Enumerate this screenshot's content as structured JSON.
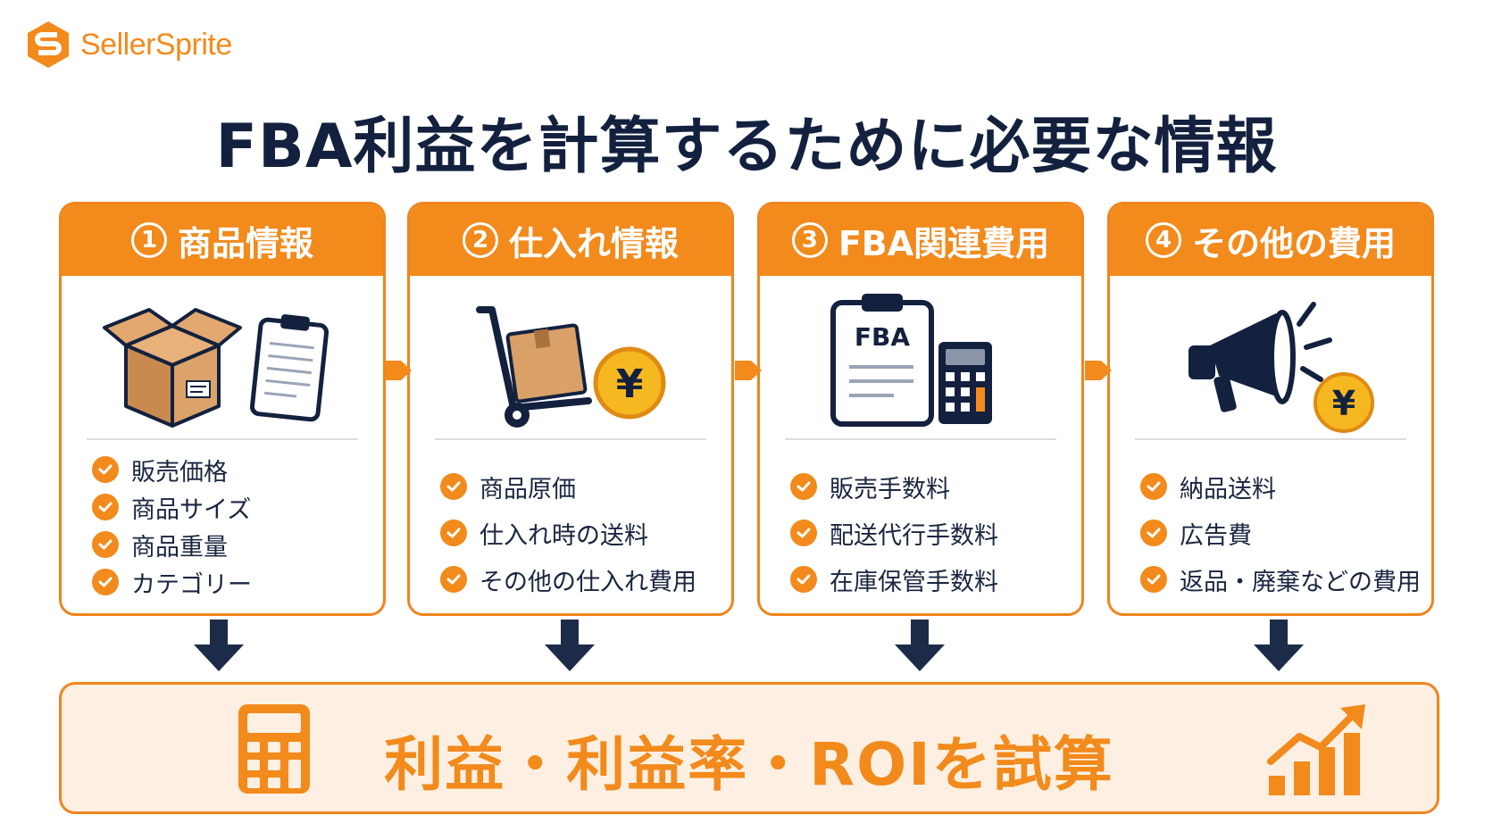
{
  "brand": {
    "name": "SellerSprite"
  },
  "title": "FBA利益を計算するために必要な情報",
  "colors": {
    "accent": "#f28a1c",
    "navy": "#13213f",
    "bottom_bg": "#fdf0e2"
  },
  "cards": [
    {
      "num": "1",
      "title": "商品情報",
      "icon": "box-clipboard-icon",
      "items": [
        "販売価格",
        "商品サイズ",
        "商品重量",
        "カテゴリー"
      ]
    },
    {
      "num": "2",
      "title": "仕入れ情報",
      "icon": "cart-yen-icon",
      "items": [
        "商品原価",
        "仕入れ時の送料",
        "その他の仕入れ費用"
      ]
    },
    {
      "num": "3",
      "title": "FBA関連費用",
      "icon": "fba-calculator-icon",
      "illus_label": "FBA",
      "items": [
        "販売手数料",
        "配送代行手数料",
        "在庫保管手数料"
      ]
    },
    {
      "num": "4",
      "title": "その他の費用",
      "icon": "megaphone-yen-icon",
      "items": [
        "納品送料",
        "広告費",
        "返品・廃棄などの費用"
      ]
    }
  ],
  "result": {
    "text": "利益・利益率・ROIを試算",
    "left_icon": "calculator-icon",
    "right_icon": "growth-chart-icon"
  }
}
